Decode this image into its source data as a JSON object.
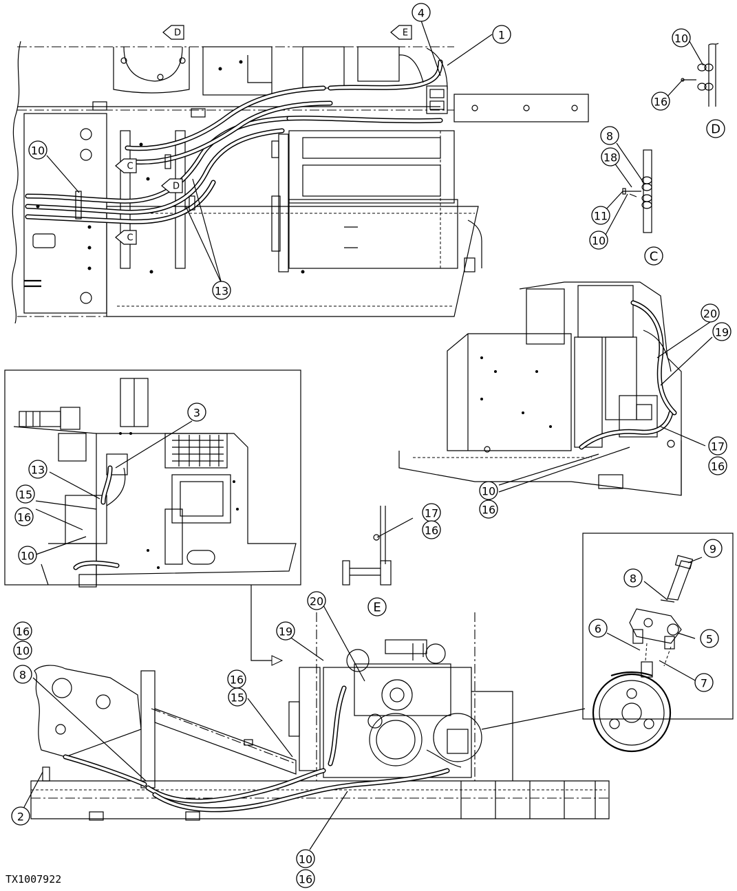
{
  "figure_id": "TX1007922",
  "callouts": [
    {
      "text": "1"
    },
    {
      "text": "4"
    },
    {
      "text": "10"
    },
    {
      "text": "16"
    },
    {
      "text": "10"
    },
    {
      "text": "8"
    },
    {
      "text": "18"
    },
    {
      "text": "11"
    },
    {
      "text": "10"
    },
    {
      "text": "13"
    },
    {
      "text": "20"
    },
    {
      "text": "19"
    },
    {
      "text": "17"
    },
    {
      "text": "16"
    },
    {
      "text": "10"
    },
    {
      "text": "16"
    },
    {
      "text": "3"
    },
    {
      "text": "13"
    },
    {
      "text": "15"
    },
    {
      "text": "16"
    },
    {
      "text": "10"
    },
    {
      "text": "17"
    },
    {
      "text": "16"
    },
    {
      "text": "9"
    },
    {
      "text": "8"
    },
    {
      "text": "6"
    },
    {
      "text": "5"
    },
    {
      "text": "7"
    },
    {
      "text": "16"
    },
    {
      "text": "10"
    },
    {
      "text": "8"
    },
    {
      "text": "20"
    },
    {
      "text": "19"
    },
    {
      "text": "16"
    },
    {
      "text": "15"
    },
    {
      "text": "2"
    },
    {
      "text": "10"
    },
    {
      "text": "16"
    }
  ],
  "view_labels": [
    {
      "text": "D"
    },
    {
      "text": "C"
    },
    {
      "text": "E"
    }
  ],
  "view_arrows": [
    {
      "text": "D"
    },
    {
      "text": "E"
    },
    {
      "text": "C"
    },
    {
      "text": "D"
    },
    {
      "text": "C"
    }
  ]
}
